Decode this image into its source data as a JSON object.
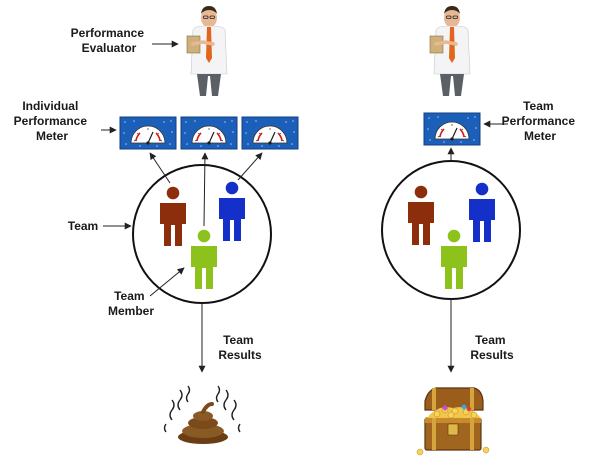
{
  "left_panel": {
    "evaluator_label": [
      "Performance",
      "Evaluator"
    ],
    "meter_label": [
      "Individual",
      "Performance",
      "Meter"
    ],
    "team_label": "Team",
    "member_label": [
      "Team",
      "Member"
    ],
    "results_label": [
      "Team",
      "Results"
    ],
    "result_icon": "poop-icon"
  },
  "right_panel": {
    "meter_label": [
      "Team",
      "Performance",
      "Meter"
    ],
    "results_label": [
      "Team",
      "Results"
    ],
    "result_icon": "treasure-chest-icon"
  },
  "colors": {
    "meter_frame": "#1c5fb8",
    "person_brown": "#8c2e0b",
    "person_blue": "#1430c8",
    "person_green": "#8cc21b"
  }
}
